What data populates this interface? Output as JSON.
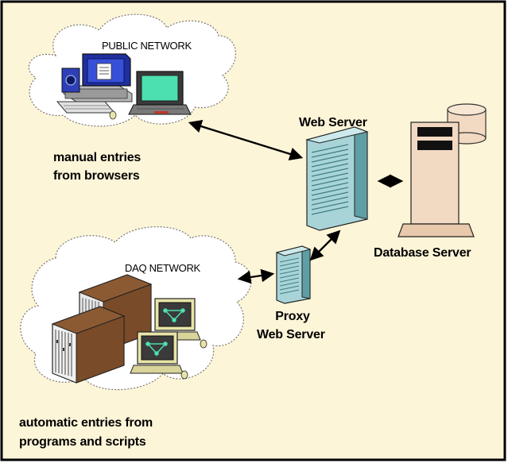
{
  "colors": {
    "background": "#FDF5D8",
    "border": "#000000",
    "cloud_fill": "#FFFFFF",
    "server_teal": "#A8D4D8",
    "server_dark": "#5F9EA4",
    "db_server": "#F2D9C2",
    "rack_brown": "#8B5A33",
    "monitor_screen": "#4CE0B0",
    "terminal_yellow": "#E8E4A8"
  },
  "icons": {
    "public_network": "workstation-and-laptop-icons",
    "daq_network": "vme-crates-and-terminals-icons",
    "web_server": "tower-server-icon",
    "proxy_server": "tower-server-icon",
    "database_server": "database-server-cylinder-icon"
  },
  "labels": {
    "public_network": "PUBLIC NETWORK",
    "manual_entries_line1": "manual entries",
    "manual_entries_line2": "from browsers",
    "web_server": "Web Server",
    "database_server": "Database Server",
    "daq_network": "DAQ NETWORK",
    "proxy_line1": "Proxy",
    "proxy_line2": "Web Server",
    "automatic_line1": "automatic entries from",
    "automatic_line2": "programs and scripts"
  }
}
